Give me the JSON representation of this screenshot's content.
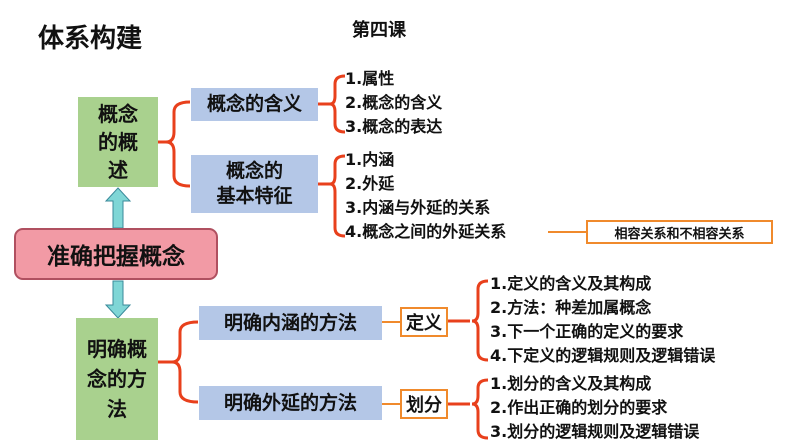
{
  "header": {
    "title": "体系构建",
    "lesson": "第四课"
  },
  "center": {
    "label": "准确把握概念"
  },
  "overview": {
    "label_lines": [
      "概念",
      "的概",
      "述"
    ],
    "meaning": {
      "label": "概念的含义",
      "items": [
        "1.属性",
        "2.概念的含义",
        "3.概念的表达"
      ]
    },
    "features": {
      "label_lines": [
        "概念的",
        "基本特征"
      ],
      "items": [
        "1.内涵",
        "2.外延",
        "3.内涵与外延的关系",
        "4.概念之间的外延关系"
      ],
      "note": "相容关系和不相容关系"
    }
  },
  "methods": {
    "label_lines": [
      "明确概",
      "念的方",
      "法"
    ],
    "intension": {
      "label": "明确内涵的方法",
      "tag": "定义",
      "items": [
        "1.定义的含义及其构成",
        "2.方法：种差加属概念",
        "3.下一个正确的定义的要求",
        "4.下定义的逻辑规则及逻辑错误"
      ]
    },
    "extension": {
      "label": "明确外延的方法",
      "tag": "划分",
      "items": [
        "1.划分的含义及其构成",
        "2.作出正确的划分的要求",
        "3.划分的逻辑规则及逻辑错误"
      ]
    }
  },
  "colors": {
    "brace": "#e8401c",
    "orange": "#f08a2c",
    "green": "#a9d18e",
    "blue": "#b4c7e7",
    "pink": "#f29aa5",
    "arrow": "#7fd6d6"
  }
}
